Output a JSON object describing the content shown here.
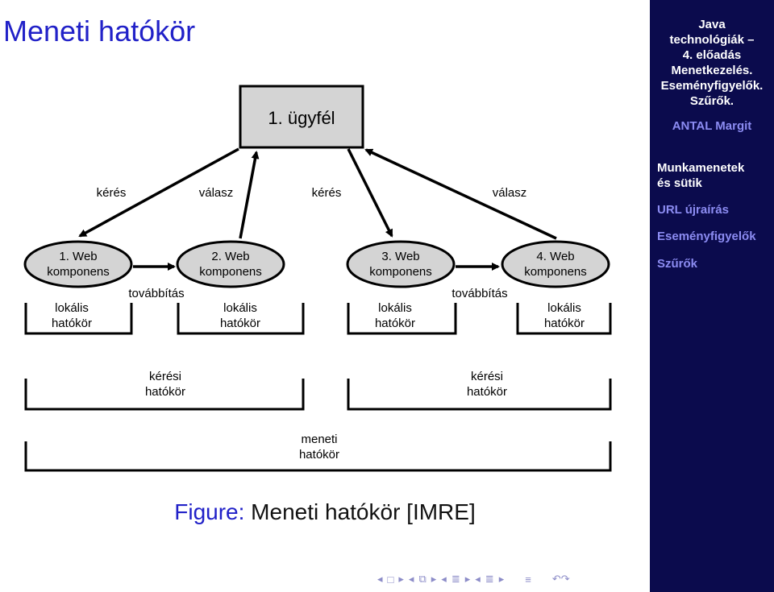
{
  "slide": {
    "title": "Meneti hatókör"
  },
  "sidebar": {
    "course_lines": [
      "Java",
      "technológiák –",
      "4. előadás",
      "Menetkezelés.",
      "Eseményfigyelők.",
      "Szűrők."
    ],
    "author": "ANTAL Margit",
    "items": [
      {
        "label_lines": [
          "Munkamenetek",
          "és sütik"
        ],
        "active": true
      },
      {
        "label_lines": [
          "URL újraírás"
        ],
        "active": false
      },
      {
        "label_lines": [
          "Eseményfigyelők"
        ],
        "active": false
      },
      {
        "label_lines": [
          "Szűrők"
        ],
        "active": false
      }
    ]
  },
  "diagram": {
    "client": "1. ügyfél",
    "edge_labels": [
      "kérés",
      "válasz",
      "kérés",
      "válasz"
    ],
    "components": [
      {
        "line1": "1. Web",
        "line2": "komponens"
      },
      {
        "line1": "2. Web",
        "line2": "komponens"
      },
      {
        "line1": "3. Web",
        "line2": "komponens"
      },
      {
        "line1": "4. Web",
        "line2": "komponens"
      }
    ],
    "forward_labels": [
      "továbbítás",
      "továbbítás"
    ],
    "local_scope": {
      "line1": "lokális",
      "line2": "hatókör"
    },
    "request_scope": {
      "line1": "kérési",
      "line2": "hatókör"
    },
    "session_scope": {
      "line1": "meneti",
      "line2": "hatókör"
    }
  },
  "caption": {
    "prefix": "Figure:",
    "text": " Meneti hatókör [IMRE]"
  },
  "colors": {
    "title": "#2121c8",
    "sidebar_bg": "#0b0b4d",
    "sidebar_inactive": "#8c8cf2",
    "node_fill": "#d4d4d4"
  },
  "nav_icons": [
    "left-arrow-icon",
    "frame-icon",
    "right-arrow-icon",
    "section-icon",
    "subsection-icon",
    "align-icon",
    "search-icon"
  ]
}
